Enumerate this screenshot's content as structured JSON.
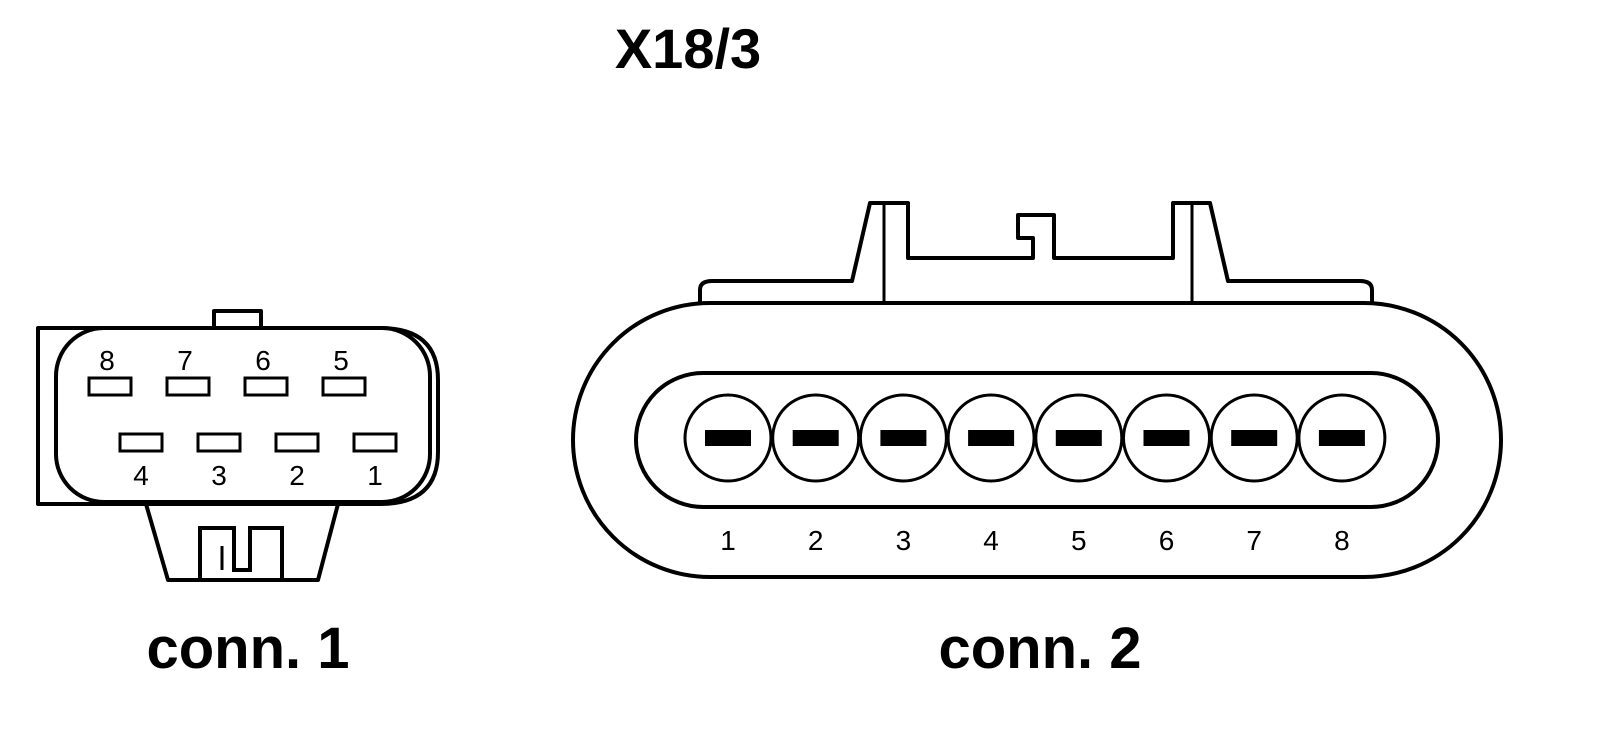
{
  "title": "X18/3",
  "connectors": [
    {
      "label": "conn. 1",
      "pins_top": [
        "8",
        "7",
        "6",
        "5"
      ],
      "pins_bottom": [
        "4",
        "3",
        "2",
        "1"
      ]
    },
    {
      "label": "conn. 2",
      "pins": [
        "1",
        "2",
        "3",
        "4",
        "5",
        "6",
        "7",
        "8"
      ]
    }
  ]
}
